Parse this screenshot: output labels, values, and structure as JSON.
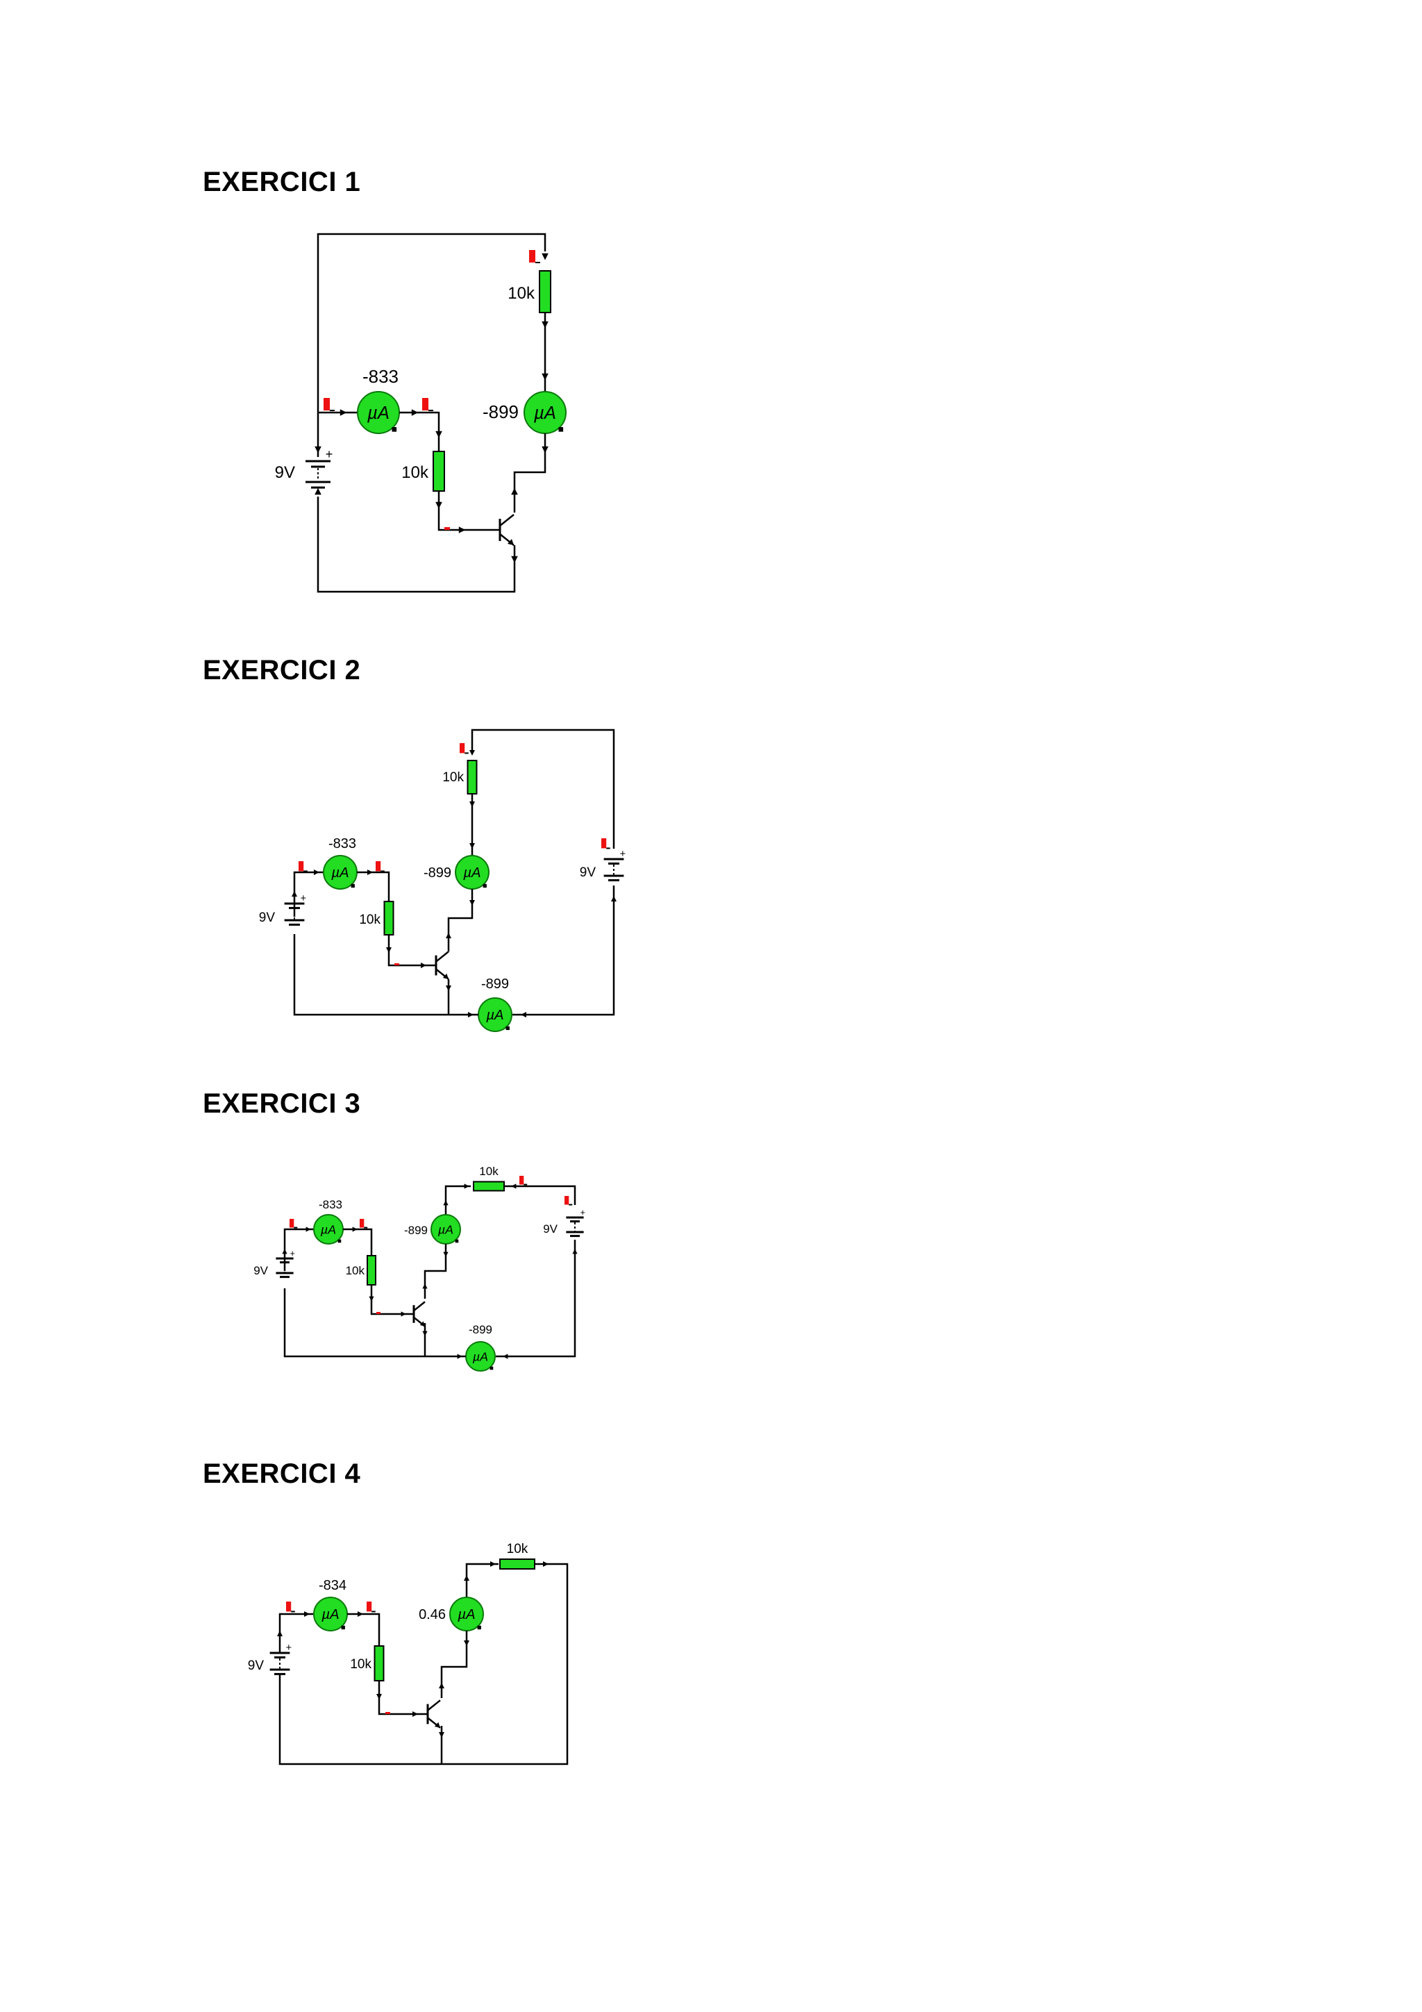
{
  "exercises": [
    {
      "title": "EXERCICI 1",
      "components": {
        "battery": {
          "label": "9V"
        },
        "base_ammeter": {
          "reading": "-833",
          "unit_symbol": "µA"
        },
        "base_resistor": {
          "label": "10k"
        },
        "collector_resistor": {
          "label": "10k"
        },
        "collector_ammeter": {
          "reading": "-899",
          "unit_symbol": "µA"
        }
      }
    },
    {
      "title": "EXERCICI 2",
      "components": {
        "battery": {
          "label": "9V"
        },
        "battery_2": {
          "label": "9V"
        },
        "base_ammeter": {
          "reading": "-833",
          "unit_symbol": "µA"
        },
        "base_resistor": {
          "label": "10k"
        },
        "collector_resistor": {
          "label": "10k"
        },
        "collector_ammeter": {
          "reading": "-899",
          "unit_symbol": "µA"
        },
        "emitter_ammeter": {
          "reading": "-899",
          "unit_symbol": "µA"
        }
      }
    },
    {
      "title": "EXERCICI 3",
      "components": {
        "battery": {
          "label": "9V"
        },
        "battery_2": {
          "label": "9V"
        },
        "base_ammeter": {
          "reading": "-833",
          "unit_symbol": "µA"
        },
        "base_resistor": {
          "label": "10k"
        },
        "collector_resistor": {
          "label": "10k"
        },
        "collector_ammeter": {
          "reading": "-899",
          "unit_symbol": "µA"
        },
        "emitter_ammeter": {
          "reading": "-899",
          "unit_symbol": "µA"
        }
      }
    },
    {
      "title": "EXERCICI 4",
      "components": {
        "battery": {
          "label": "9V"
        },
        "base_ammeter": {
          "reading": "-834",
          "unit_symbol": "µA"
        },
        "base_resistor": {
          "label": "10k"
        },
        "collector_ammeter": {
          "reading": "0.46",
          "unit_symbol": "µA"
        },
        "collector_resistor": {
          "label": "10k"
        }
      }
    }
  ],
  "colors": {
    "meter_fill": "#22dd22",
    "resistor_fill": "#22dd22",
    "probe_marker": "#ee1111",
    "wire": "#000000"
  },
  "icons": {
    "ammeter": "green-circle-uA-meter",
    "battery": "battery-cell-symbol",
    "resistor": "rectangular-resistor-symbol",
    "transistor": "npn-transistor-symbol",
    "probe": "red-probe-flag"
  }
}
